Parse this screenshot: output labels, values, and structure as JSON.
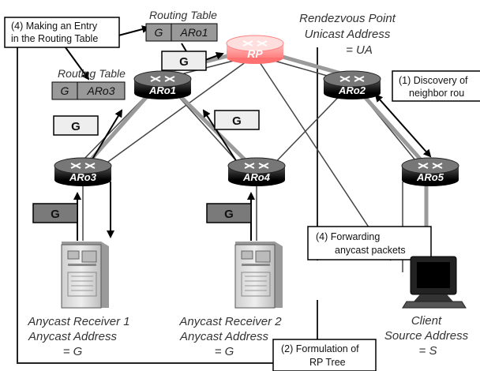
{
  "rp": {
    "label": "RP",
    "title_line1": "Rendezvous Point",
    "title_line2": "Unicast Address",
    "title_line3": "= UA"
  },
  "routers": {
    "aro1": "ARo1",
    "aro2": "ARo2",
    "aro3": "ARo3",
    "aro4": "ARo4",
    "aro5": "ARo5"
  },
  "routing_tables": {
    "top": {
      "title": "Routing Table",
      "group": "G",
      "next_hop": "ARo1"
    },
    "left": {
      "title": "Routing Table",
      "group": "G",
      "next_hop": "ARo3"
    }
  },
  "g_label": "G",
  "callouts": {
    "making_entry_line1": "(4) Making an Entry",
    "making_entry_line2": "in the Routing Table",
    "discovery_line1": "(1)  Discovery of",
    "discovery_line2": "neighbor rou",
    "forwarding_line1": "(4) Forwarding",
    "forwarding_line2": "anycast packets",
    "formulation_line1": "(2) Formulation of",
    "formulation_line2": "RP Tree"
  },
  "hosts": {
    "receiver1": {
      "line1": "Anycast Receiver 1",
      "line2": "Anycast Address",
      "line3": "= G"
    },
    "receiver2": {
      "line1": "Anycast Receiver 2",
      "line2": "Anycast Address",
      "line3": "= G"
    },
    "client": {
      "line1": "Client",
      "line2": "Source Address",
      "line3": "= S"
    }
  },
  "colors": {
    "router_dark": "#1a1a1a",
    "router_rp": "#ff9999",
    "g_box_light": "#eeeeee",
    "g_box_dark": "#7a7a7a",
    "tree_line": "#999999"
  }
}
